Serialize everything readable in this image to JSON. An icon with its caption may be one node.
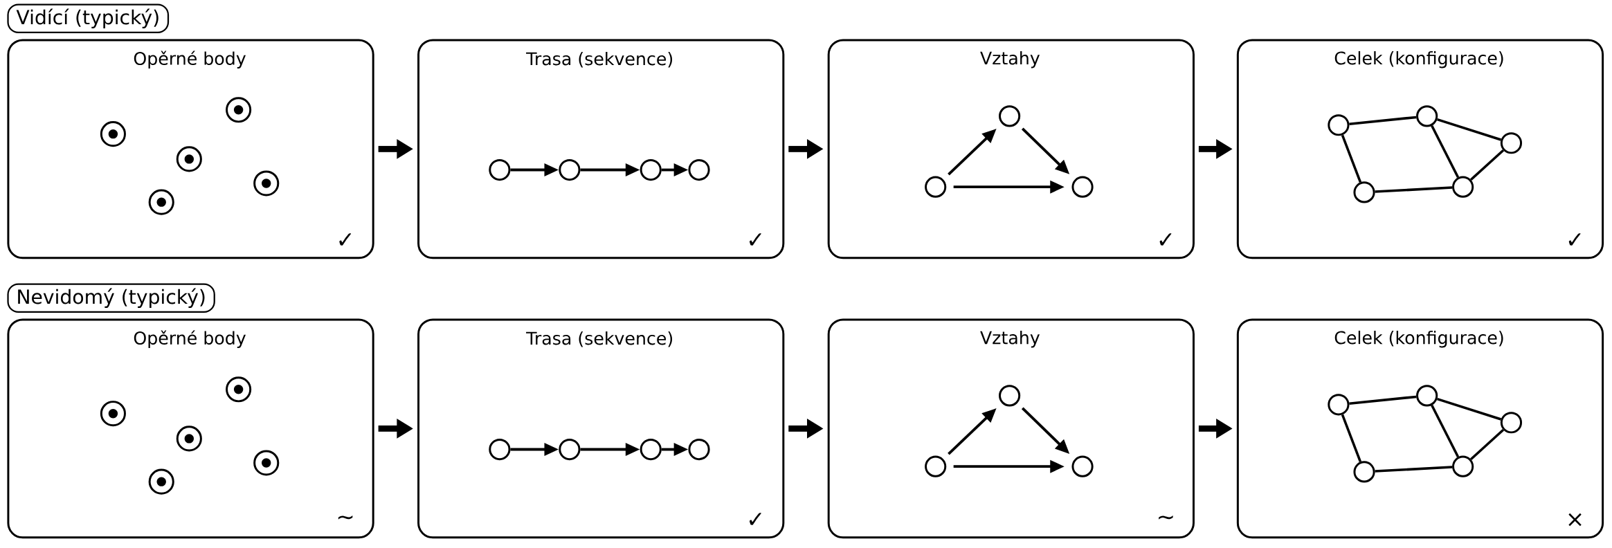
{
  "diagram": {
    "nodes": [
      {
        "text": [
          "Vidící (typický)"
        ]
      },
      {
        "text": [
          "Opěrné body",
          "✓"
        ]
      },
      {
        "text": [],
        "shape": "target",
        "in": 1
      },
      {
        "text": [],
        "shape": "target",
        "in": 1
      },
      {
        "text": [],
        "shape": "target",
        "in": 1
      },
      {
        "text": [],
        "shape": "target",
        "in": 1
      },
      {
        "text": [],
        "shape": "target",
        "in": 1
      },
      {
        "text": [
          "Trasa (sekvence)",
          "✓"
        ]
      },
      {
        "text": [],
        "shape": "circle",
        "in": 7
      },
      {
        "text": [],
        "shape": "circle",
        "in": 7
      },
      {
        "text": [],
        "shape": "circle",
        "in": 7
      },
      {
        "text": [],
        "shape": "circle",
        "in": 7
      },
      {
        "text": [
          "Vztahy",
          "✓"
        ]
      },
      {
        "text": [],
        "shape": "circle",
        "in": 12
      },
      {
        "text": [],
        "shape": "circle",
        "in": 12
      },
      {
        "text": [],
        "shape": "circle",
        "in": 12
      },
      {
        "text": [
          "Celek (konfigurace)",
          "✓"
        ]
      },
      {
        "text": [],
        "shape": "circle",
        "in": 16
      },
      {
        "text": [],
        "shape": "circle",
        "in": 16
      },
      {
        "text": [],
        "shape": "circle",
        "in": 16
      },
      {
        "text": [],
        "shape": "circle",
        "in": 16
      },
      {
        "text": [],
        "shape": "circle",
        "in": 16
      },
      {
        "text": [
          "Nevidomý (typický)"
        ]
      },
      {
        "text": [
          "Opěrné body",
          "~"
        ]
      },
      {
        "text": [],
        "shape": "target",
        "in": 23
      },
      {
        "text": [],
        "shape": "target",
        "in": 23
      },
      {
        "text": [],
        "shape": "target",
        "in": 23
      },
      {
        "text": [],
        "shape": "target",
        "in": 23
      },
      {
        "text": [],
        "shape": "target",
        "in": 23
      },
      {
        "text": [
          "Trasa (sekvence)",
          "✓"
        ]
      },
      {
        "text": [],
        "shape": "circle",
        "in": 29
      },
      {
        "text": [],
        "shape": "circle",
        "in": 29
      },
      {
        "text": [],
        "shape": "circle",
        "in": 29
      },
      {
        "text": [],
        "shape": "circle",
        "in": 29
      },
      {
        "text": [
          "Vztahy",
          "~"
        ]
      },
      {
        "text": [],
        "shape": "circle",
        "in": 34
      },
      {
        "text": [],
        "shape": "circle",
        "in": 34
      },
      {
        "text": [],
        "shape": "circle",
        "in": 34
      },
      {
        "text": [
          "Celek (konfigurace)",
          "×"
        ]
      },
      {
        "text": [],
        "shape": "circle",
        "in": 38
      },
      {
        "text": [],
        "shape": "circle",
        "in": 38
      },
      {
        "text": [],
        "shape": "circle",
        "in": 38
      },
      {
        "text": [],
        "shape": "circle",
        "in": 38
      },
      {
        "text": [],
        "shape": "circle",
        "in": 38
      }
    ],
    "edges": [
      {
        "from": 1,
        "to": 7,
        "arrow": "to",
        "style": "thick"
      },
      {
        "from": 7,
        "to": 12,
        "arrow": "to",
        "style": "thick"
      },
      {
        "from": 12,
        "to": 16,
        "arrow": "to",
        "style": "thick"
      },
      {
        "from": 8,
        "to": 9,
        "arrow": "to"
      },
      {
        "from": 9,
        "to": 10,
        "arrow": "to"
      },
      {
        "from": 10,
        "to": 11,
        "arrow": "to"
      },
      {
        "from": 13,
        "to": 14,
        "arrow": "to"
      },
      {
        "from": 14,
        "to": 15,
        "arrow": "to"
      },
      {
        "from": 13,
        "to": 15,
        "arrow": "to"
      },
      {
        "from": 17,
        "to": 19,
        "arrow": "none"
      },
      {
        "from": 19,
        "to": 21,
        "arrow": "none"
      },
      {
        "from": 19,
        "to": 20,
        "arrow": "none"
      },
      {
        "from": 20,
        "to": 21,
        "arrow": "none"
      },
      {
        "from": 18,
        "to": 20,
        "arrow": "none"
      },
      {
        "from": 17,
        "to": 18,
        "arrow": "none"
      },
      {
        "from": 23,
        "to": 29,
        "arrow": "to",
        "style": "thick"
      },
      {
        "from": 29,
        "to": 34,
        "arrow": "to",
        "style": "thick"
      },
      {
        "from": 34,
        "to": 38,
        "arrow": "to",
        "style": "thick"
      },
      {
        "from": 30,
        "to": 31,
        "arrow": "to"
      },
      {
        "from": 31,
        "to": 32,
        "arrow": "to"
      },
      {
        "from": 32,
        "to": 33,
        "arrow": "to"
      },
      {
        "from": 35,
        "to": 36,
        "arrow": "to"
      },
      {
        "from": 36,
        "to": 37,
        "arrow": "to"
      },
      {
        "from": 35,
        "to": 37,
        "arrow": "to"
      },
      {
        "from": 39,
        "to": 41,
        "arrow": "none"
      },
      {
        "from": 41,
        "to": 43,
        "arrow": "none"
      },
      {
        "from": 41,
        "to": 42,
        "arrow": "none"
      },
      {
        "from": 42,
        "to": 43,
        "arrow": "none"
      },
      {
        "from": 40,
        "to": 42,
        "arrow": "none"
      },
      {
        "from": 39,
        "to": 40,
        "arrow": "none"
      }
    ]
  }
}
